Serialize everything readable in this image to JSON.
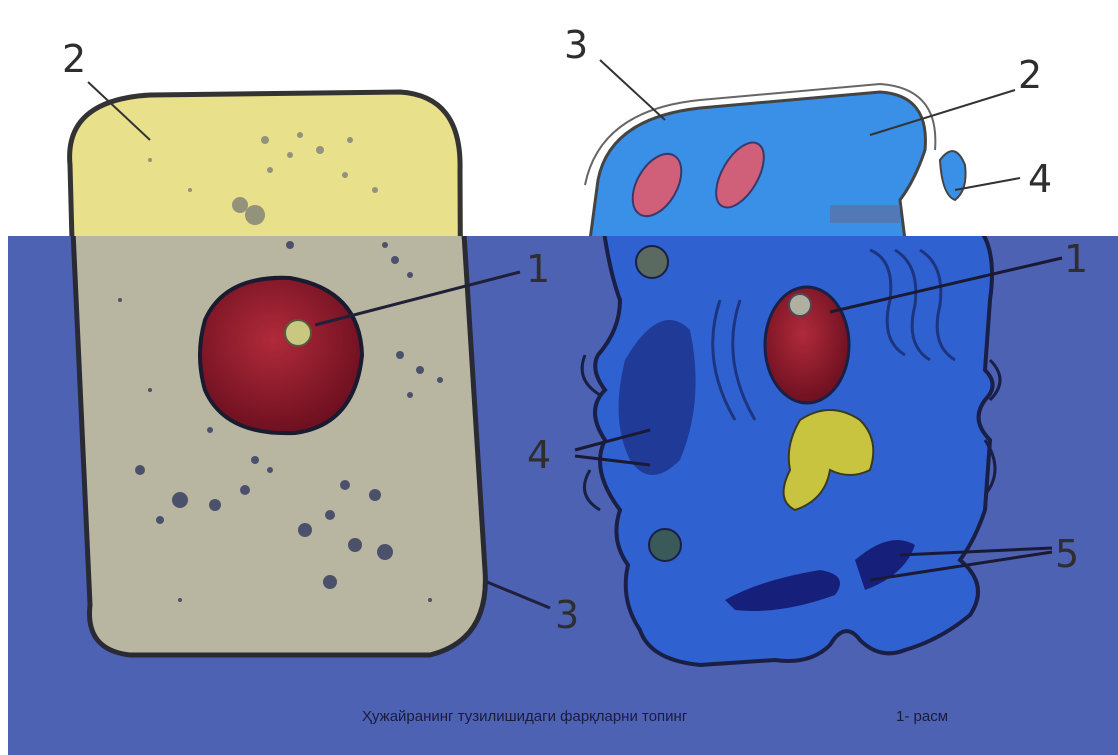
{
  "caption": "Ҳужайранинг тузилишидаги фарқларни топинг",
  "figure_label": "1- расм",
  "left_cell": {
    "labels": [
      "2",
      "1",
      "3"
    ]
  },
  "right_cell": {
    "labels": [
      "3",
      "2",
      "4",
      "1",
      "4",
      "5"
    ]
  },
  "colors": {
    "panel_overlay": "#4a5eb0",
    "plant_cytoplasm": "#e4dc7c",
    "animal_cytoplasm": "#2f7be0",
    "nucleus": "#8c1a2a",
    "outline": "#2a2a2a"
  }
}
